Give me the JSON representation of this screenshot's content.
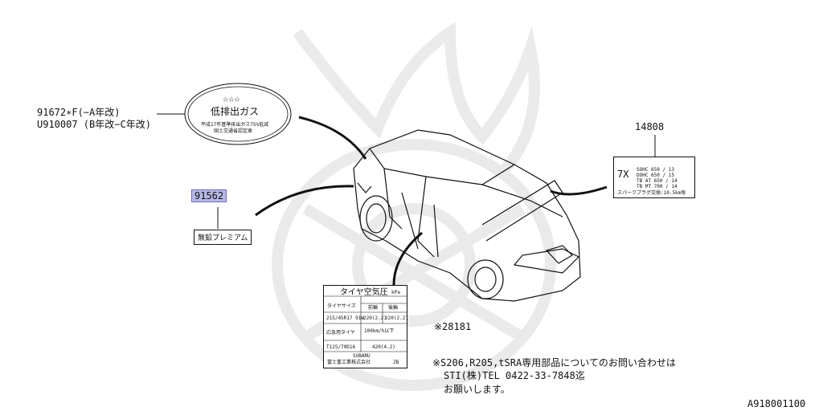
{
  "labels": {
    "part_91672": "91672∗F(−A年改)",
    "part_u910007": "U910007 (B年改−C年改)",
    "part_91562": "91562",
    "part_14808": "14808",
    "part_28181": "※28181",
    "note_line1": "※S206,R205,tSRA専用部品についてのお問い合わせは",
    "note_line2": "STI(株)TEL 0422-33-7848迄",
    "note_line3": "お願いします。",
    "figure_id": "A918001100"
  },
  "emission_label": {
    "stars": "☆☆☆",
    "title": "低排出ガス",
    "line1": "平成17年基準排出ガス75%低減",
    "line2": "国土交通省認定車"
  },
  "fuel_label": {
    "text": "無鉛プレミアム"
  },
  "spark_label": {
    "header": "7X",
    "rows": [
      "SOHC  650 / 13",
      "DOHC  650 / 15",
      "TB AT  650 / 14",
      "TB MT  700 / 14"
    ],
    "footer": "スパークプラグ交換:10.5km毎"
  },
  "tire_label": {
    "title": "タイヤ空気圧",
    "unit": "kPa",
    "size_label": "タイヤサイズ",
    "front": "前輪",
    "rear": "後輪",
    "row1": [
      "215/45R17 91W",
      "220(2.2)",
      "220(2.2)"
    ],
    "row2_label": "応急用タイヤ",
    "row2_value": "100km/h以下",
    "row3": [
      "T125/70D16",
      "420(4.2)"
    ],
    "brand": "SUBARU",
    "maker": "富士重工業株式会社",
    "code": "ZB"
  }
}
